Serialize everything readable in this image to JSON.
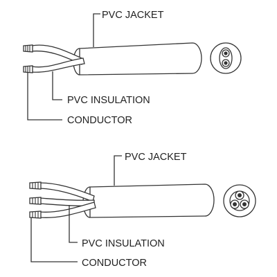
{
  "diagrams": [
    {
      "labels": {
        "jacket": "PVC JACKET",
        "insulation": "PVC INSULATION",
        "conductor": "CONDUCTOR"
      }
    },
    {
      "labels": {
        "jacket": "PVC JACKET",
        "insulation": "PVC INSULATION",
        "conductor": "CONDUCTOR"
      }
    }
  ]
}
